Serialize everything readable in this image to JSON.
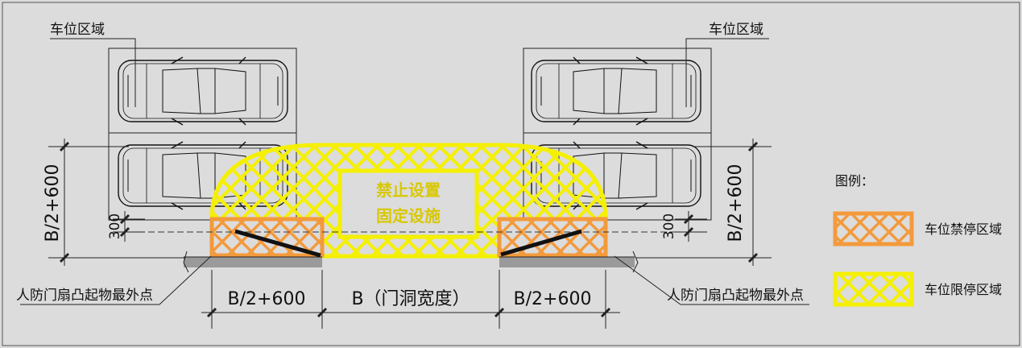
{
  "labels": {
    "parking_area_left": "车位区域",
    "parking_area_right": "车位区域",
    "door_point_left": "人防门扇凸起物最外点",
    "door_point_right": "人防门扇凸起物最外点",
    "prohibit_line1": "禁止设置",
    "prohibit_line2": "固定设施"
  },
  "dimensions": {
    "bottom_left": "B/2+600",
    "bottom_center": "B（门洞宽度）",
    "bottom_right": "B/2+600",
    "side_left": "B/2+600",
    "side_right": "B/2+600",
    "offset_left": "300",
    "offset_right": "300"
  },
  "legend": {
    "title": "图例：",
    "items": [
      {
        "label": "车位禁停区域",
        "color": "#f39a3c"
      },
      {
        "label": "车位限停区域",
        "color": "#f5f000"
      }
    ]
  },
  "colors": {
    "no_parking": "#f39a3c",
    "restricted_parking": "#f5f000"
  }
}
